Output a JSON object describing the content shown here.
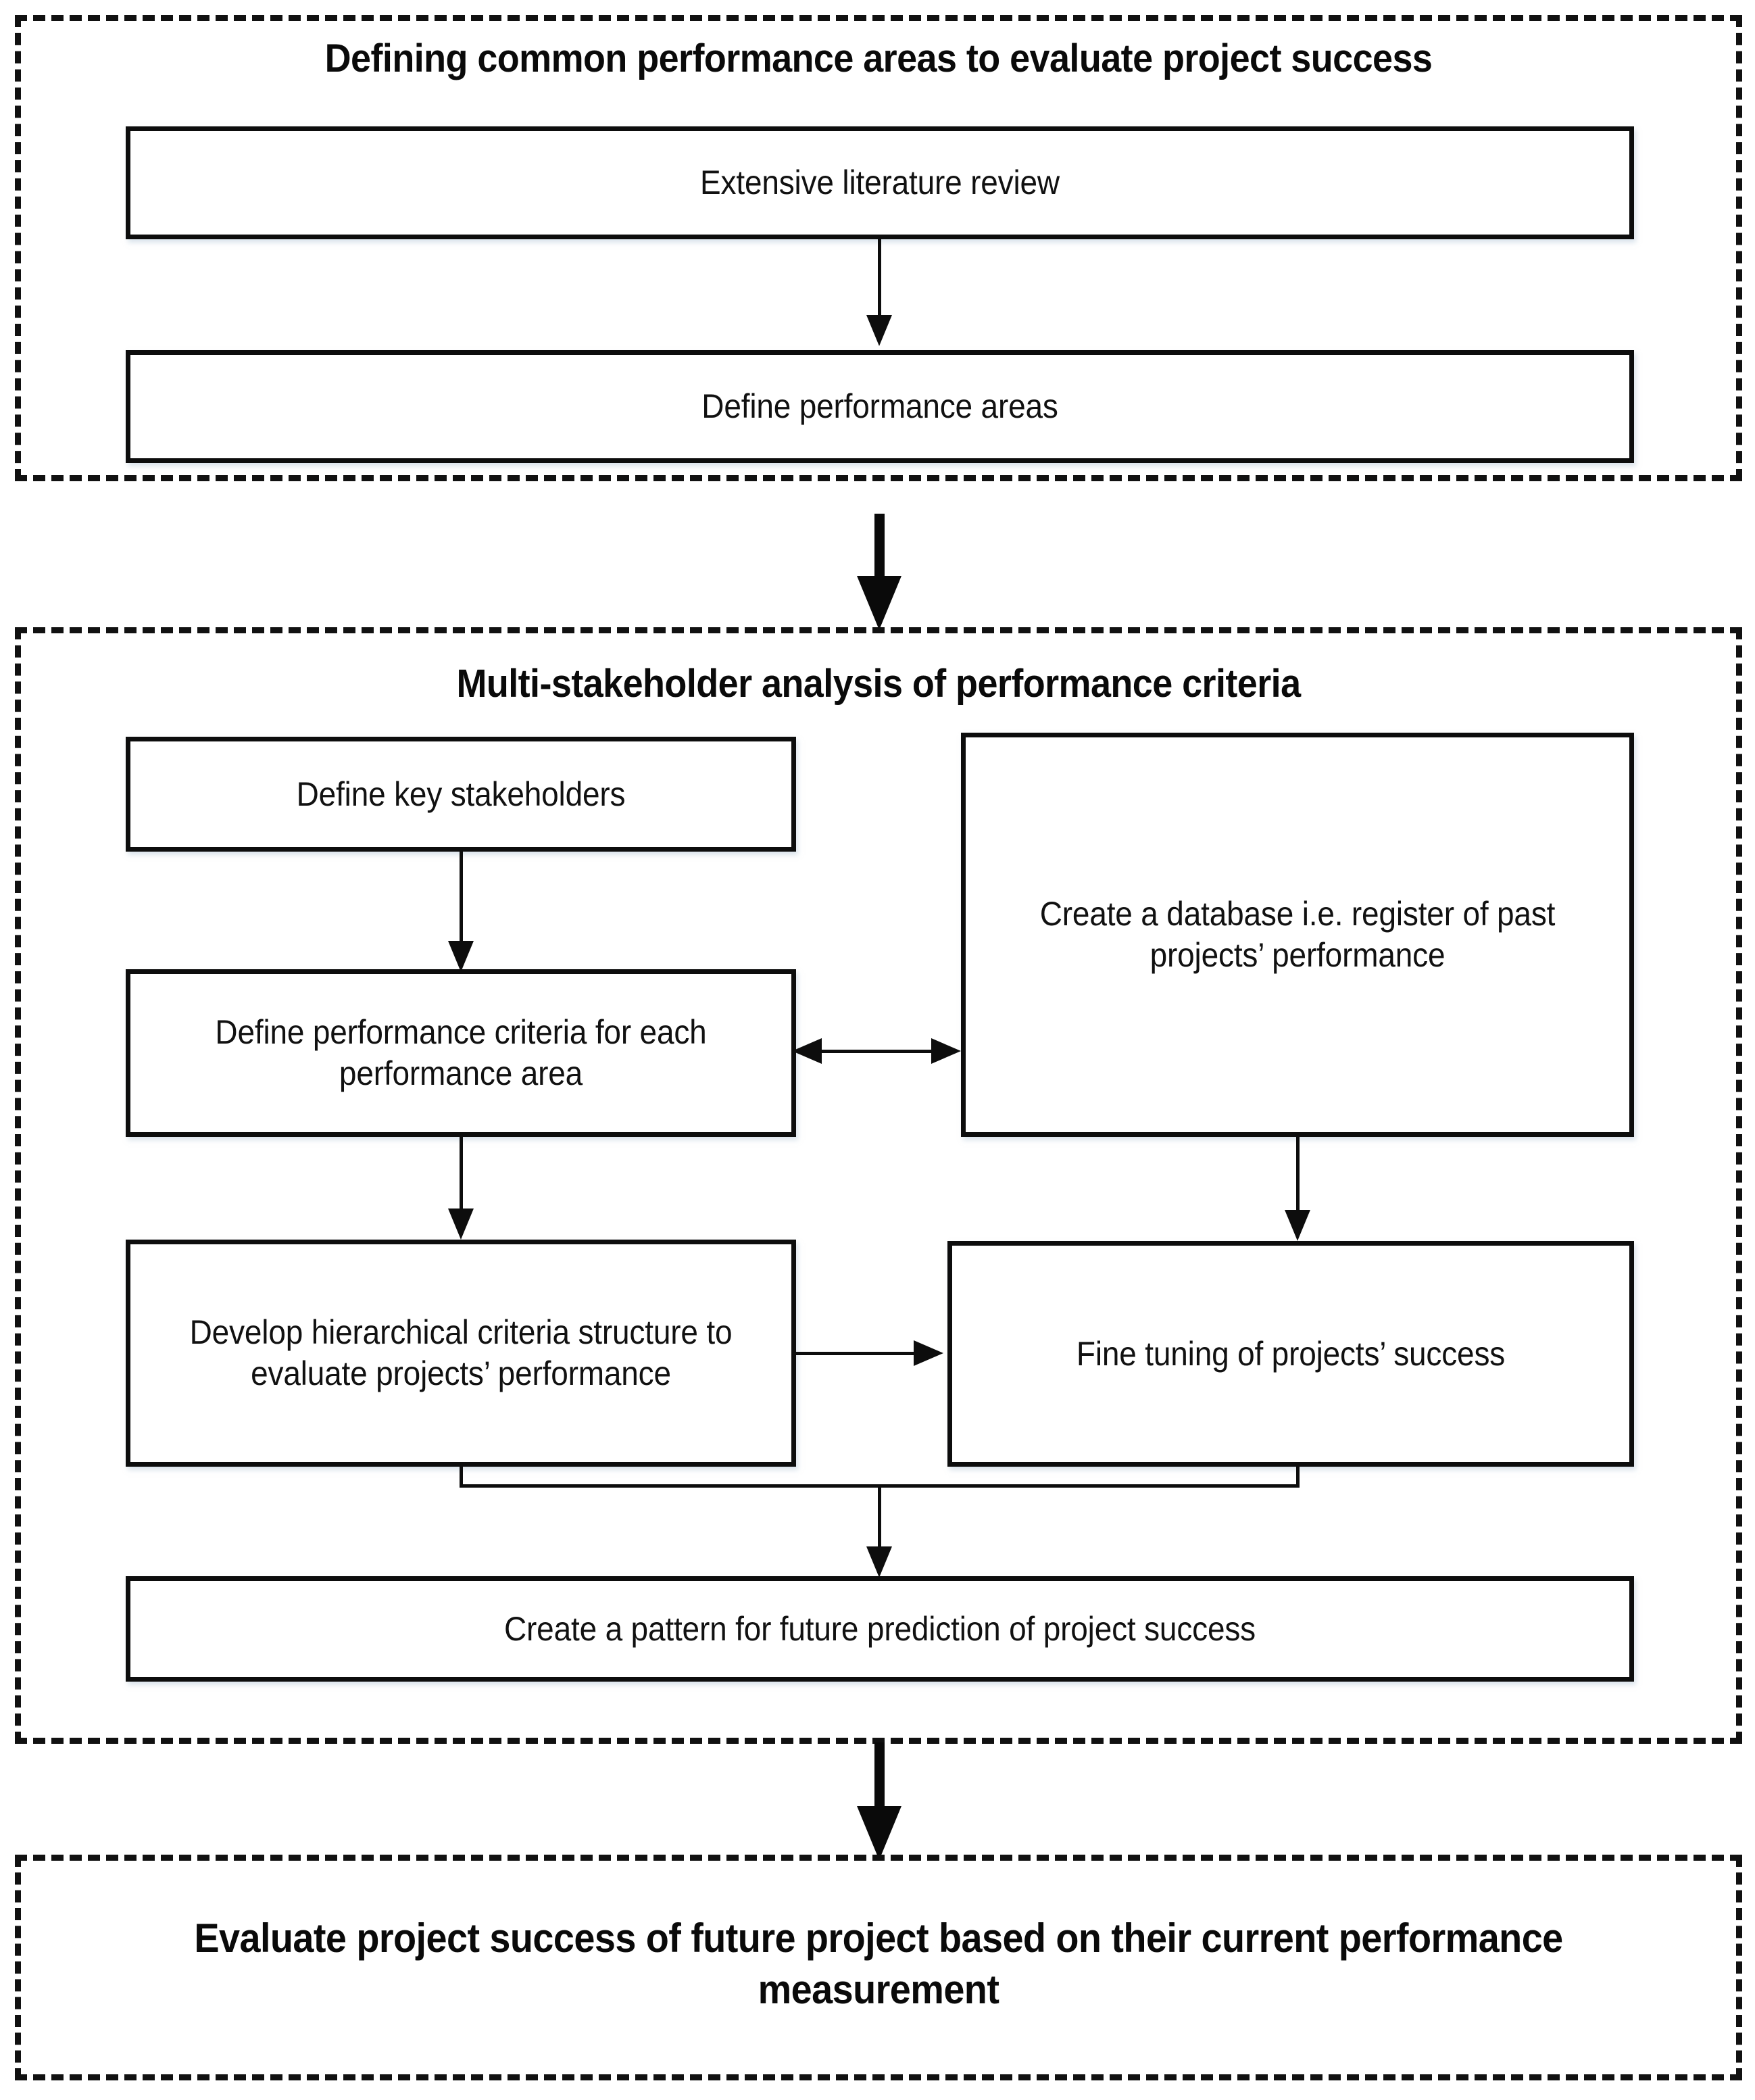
{
  "diagram": {
    "type": "flowchart",
    "title": "Defining common performance areas to evaluate project success",
    "stages": [
      {
        "id": "stage-1",
        "title": "Defining common performance areas to evaluate project success",
        "nodes": [
          {
            "id": "extensive-literature-review",
            "label": "Extensive literature review"
          },
          {
            "id": "define-performance-areas",
            "label": "Define performance areas"
          }
        ]
      },
      {
        "id": "stage-2",
        "title": "Multi-stakeholder analysis of performance criteria",
        "nodes": [
          {
            "id": "define-key-stakeholders",
            "label": "Define key stakeholders"
          },
          {
            "id": "create-a-database",
            "label": "Create a database i.e. register of past projects’ performance"
          },
          {
            "id": "define-performance-criteria",
            "label": "Define performance criteria for each performance area"
          },
          {
            "id": "develop-hierarchical-criteria",
            "label": "Develop hierarchical criteria structure to evaluate projects’ performance"
          },
          {
            "id": "fine-tuning",
            "label": "Fine tuning of projects’ success"
          },
          {
            "id": "create-a-pattern",
            "label": "Create a pattern for future prediction of project success"
          }
        ]
      },
      {
        "id": "stage-3",
        "title": "Evaluate project success of future project based on their current performance measurement",
        "nodes": []
      }
    ],
    "connectors": [
      {
        "id": "conn-lit-to-areas",
        "kind": "arrow-down",
        "from": "extensive-literature-review",
        "to": "define-performance-areas"
      },
      {
        "id": "conn-stage1-to-stage2",
        "kind": "thick-arrow-down",
        "from": "stage-1",
        "to": "stage-2"
      },
      {
        "id": "conn-stakeholders-to-criteria",
        "kind": "arrow-down",
        "from": "define-key-stakeholders",
        "to": "define-performance-criteria"
      },
      {
        "id": "conn-criteria-database",
        "kind": "arrow-bidirectional",
        "from": "define-performance-criteria",
        "to": "create-a-database"
      },
      {
        "id": "conn-criteria-to-hierarchical",
        "kind": "arrow-down",
        "from": "define-performance-criteria",
        "to": "develop-hierarchical-criteria"
      },
      {
        "id": "conn-database-to-finetuning",
        "kind": "arrow-down",
        "from": "create-a-database",
        "to": "fine-tuning"
      },
      {
        "id": "conn-hierarchical-to-finetuning",
        "kind": "arrow-right",
        "from": "develop-hierarchical-criteria",
        "to": "fine-tuning"
      },
      {
        "id": "conn-merge-to-pattern",
        "kind": "merge-arrow-down",
        "from": "develop-hierarchical-criteria,fine-tuning",
        "to": "create-a-pattern"
      },
      {
        "id": "conn-stage2-to-stage3",
        "kind": "thick-arrow-down",
        "from": "stage-2",
        "to": "stage-3"
      }
    ],
    "colors": {
      "stroke": "#0d0d0d",
      "box_fill": "#ffffff",
      "background": "#ffffff",
      "text": "#111111"
    }
  }
}
